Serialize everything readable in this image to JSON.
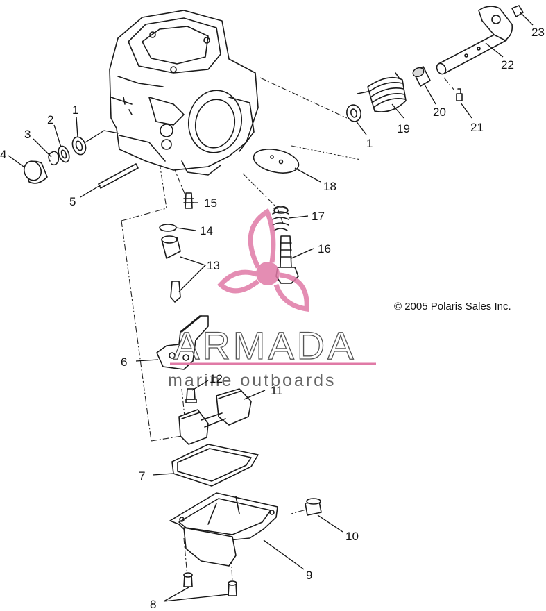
{
  "copyright": "© 2005 Polaris Sales Inc.",
  "watermark": {
    "brand": "ARMADA",
    "tagline": "marine outboards",
    "logo_color": "#e07aa6",
    "logo": "armada-propeller-logo"
  },
  "callouts": [
    {
      "id": "c1a",
      "text": "1"
    },
    {
      "id": "c2",
      "text": "2"
    },
    {
      "id": "c3",
      "text": "3"
    },
    {
      "id": "c4",
      "text": "4"
    },
    {
      "id": "c5",
      "text": "5"
    },
    {
      "id": "c6",
      "text": "6"
    },
    {
      "id": "c7",
      "text": "7"
    },
    {
      "id": "c8",
      "text": "8"
    },
    {
      "id": "c9",
      "text": "9"
    },
    {
      "id": "c10",
      "text": "10"
    },
    {
      "id": "c11",
      "text": "11"
    },
    {
      "id": "c12",
      "text": "12"
    },
    {
      "id": "c13",
      "text": "13"
    },
    {
      "id": "c14",
      "text": "14"
    },
    {
      "id": "c15",
      "text": "15"
    },
    {
      "id": "c16",
      "text": "16"
    },
    {
      "id": "c17",
      "text": "17"
    },
    {
      "id": "c18",
      "text": "18"
    },
    {
      "id": "c19",
      "text": "19"
    },
    {
      "id": "c20",
      "text": "20"
    },
    {
      "id": "c21",
      "text": "21"
    },
    {
      "id": "c22",
      "text": "22"
    },
    {
      "id": "c23",
      "text": "23"
    },
    {
      "id": "c1b",
      "text": "1"
    }
  ]
}
